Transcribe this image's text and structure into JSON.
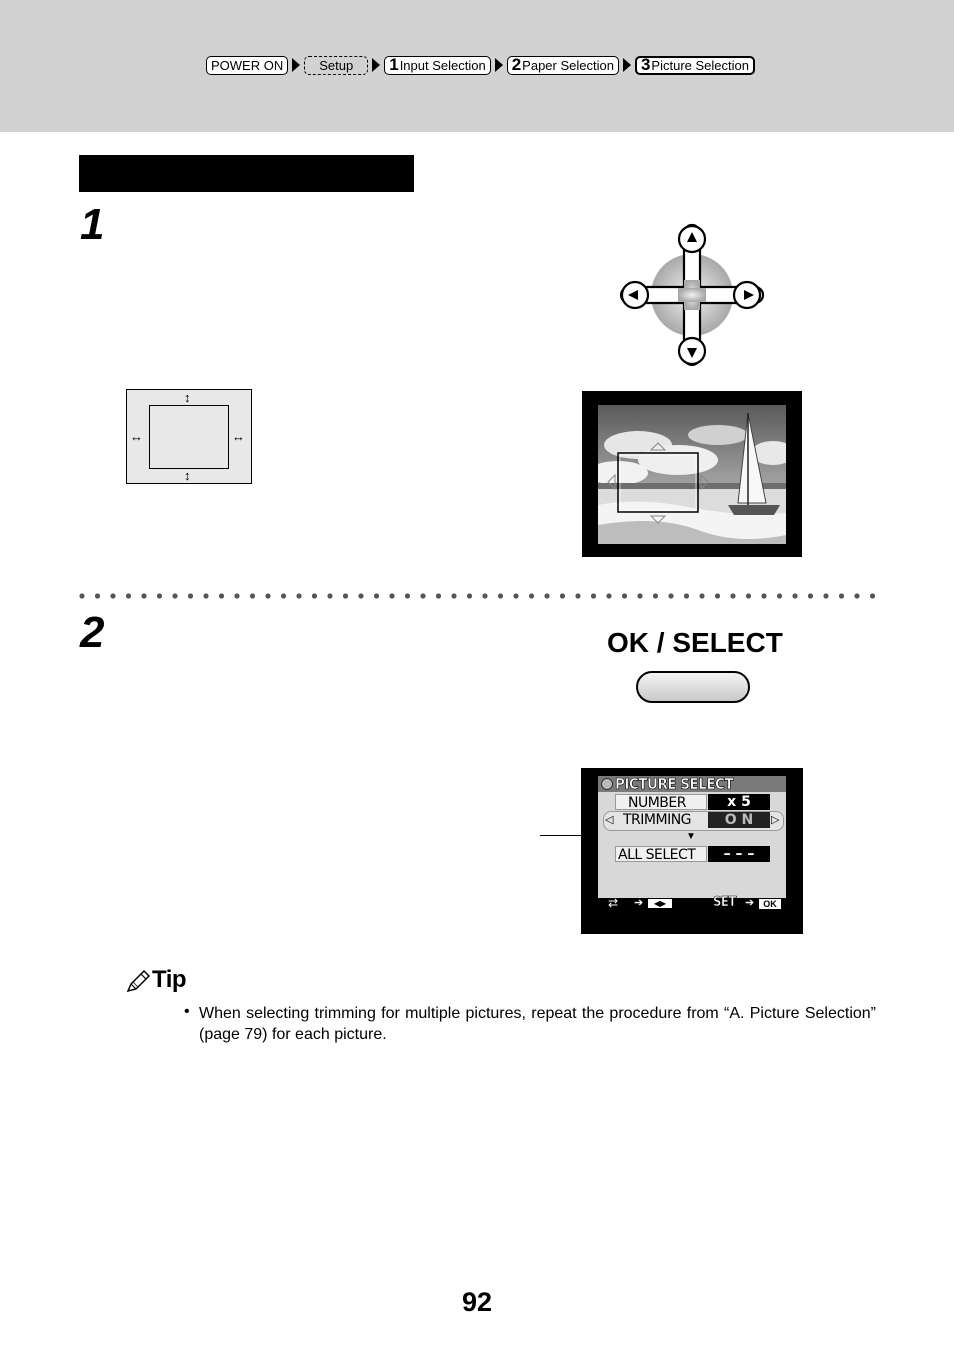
{
  "breadcrumb": [
    {
      "label": "POWER ON",
      "num": "",
      "style": "solid"
    },
    {
      "label": "Setup",
      "num": "",
      "style": "dashed"
    },
    {
      "label": "Input Selection",
      "num": "1",
      "style": "solid"
    },
    {
      "label": "Paper Selection",
      "num": "2",
      "style": "solid"
    },
    {
      "label": "Picture Selection",
      "num": "3",
      "style": "highlight"
    }
  ],
  "steps": {
    "one": "1",
    "two": "2"
  },
  "ok_select": {
    "label": "OK / SELECT"
  },
  "screen": {
    "title": "PICTURE SELECT",
    "rows": [
      {
        "label": "NUMBER",
        "value": "x  5"
      },
      {
        "label": "TRIMMING",
        "value": "O N"
      },
      {
        "label": "ALL SELECT",
        "value": "– – –"
      }
    ],
    "footer_right": "SET",
    "footer_ok": "OK"
  },
  "tip": {
    "title": "Tip",
    "text": "When selecting trimming for multiple pictures, repeat the procedure from “A. Picture Selection” (page 79) for each picture."
  },
  "page_number": "92"
}
